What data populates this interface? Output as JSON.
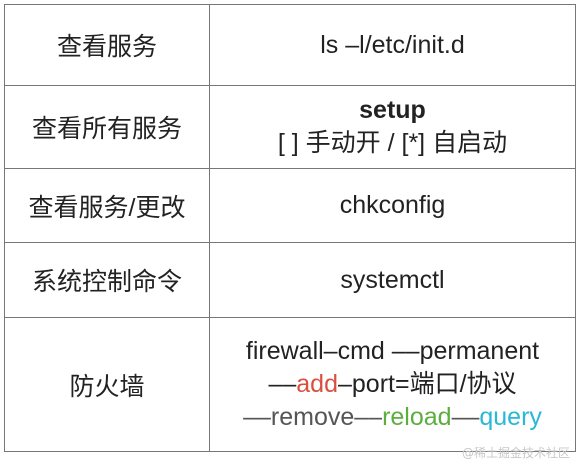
{
  "rows": [
    {
      "label": "查看服务",
      "value": "ls  –l/etc/init.d"
    },
    {
      "label": "查看所有服务",
      "value_bold": "setup",
      "value_sub": "[ ] 手动开 / [*] 自启动"
    },
    {
      "label": "查看服务/更改",
      "value": "chkconfig"
    },
    {
      "label": "系统控制命令",
      "value": "systemctl"
    },
    {
      "label": "防火墙",
      "line1": "firewall–cmd ––permanent",
      "line2": {
        "prefix": "––",
        "add": "add",
        "rest": "–port=端口/协议"
      },
      "line3": {
        "remove": "––remove––",
        "reload": "reload",
        "sep": "––",
        "query": "query"
      }
    }
  ],
  "colors": {
    "add": "#d9503f",
    "reload": "#5cae3e",
    "query": "#29b8d6",
    "text": "#222222",
    "dim": "#555555"
  },
  "watermark": "@稀土掘金技术社区"
}
